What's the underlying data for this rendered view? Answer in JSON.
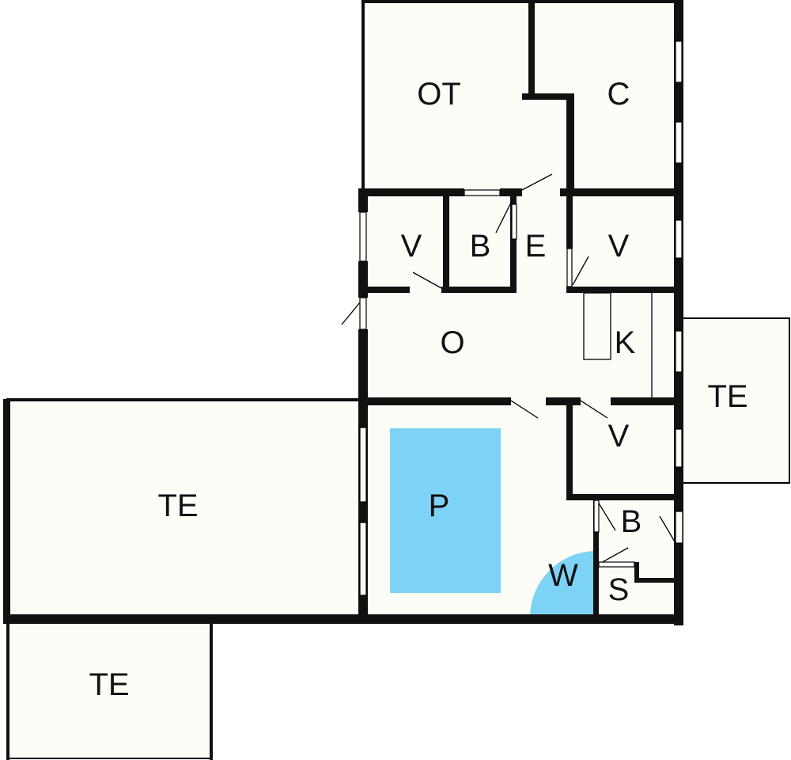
{
  "plan": {
    "colors": {
      "floor": "#fdfdf8",
      "wall": "#111111",
      "pool": "#7dd3f5",
      "label": "#111111"
    },
    "rooms": {
      "ot_top": "OT",
      "c_top": "C",
      "v_upper_left": "V",
      "b_upper": "B",
      "e_hall": "E",
      "v_upper_right": "V",
      "o_main": "O",
      "k_kitchen": "K",
      "te_right": "TE",
      "te_left_large": "TE",
      "te_bottom_left": "TE",
      "p_pool": "P",
      "v_lower": "V",
      "b_lower": "B",
      "w_wellness": "W",
      "s_sauna": "S"
    }
  }
}
